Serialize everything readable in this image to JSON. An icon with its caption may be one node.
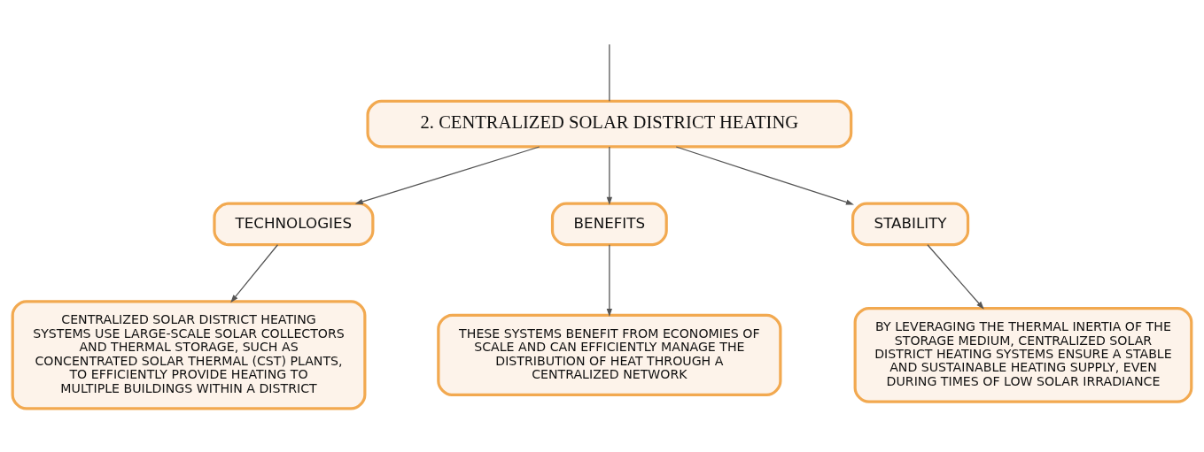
{
  "diagram": {
    "nodes": [
      {
        "text": [
          "2. CENTRALIZED SOLAR DISTRICT HEATING"
        ]
      },
      {
        "text": [
          "TECHNOLOGIES"
        ]
      },
      {
        "text": [
          "BENEFITS"
        ]
      },
      {
        "text": [
          "STABILITY"
        ]
      },
      {
        "text": [
          "CENTRALIZED SOLAR DISTRICT HEATING SYSTEMS USE LARGE-SCALE SOLAR COLLECTORS AND THERMAL STORAGE, SUCH AS CONCENTRATED SOLAR THERMAL (CST) PLANTS, TO EFFICIENTLY PROVIDE HEATING TO MULTIPLE BUILDINGS WITHIN A DISTRICT"
        ]
      },
      {
        "text": [
          "THESE SYSTEMS BENEFIT FROM ECONOMIES OF SCALE AND CAN EFFICIENTLY MANAGE THE DISTRIBUTION OF HEAT THROUGH A CENTRALIZED NETWORK"
        ]
      },
      {
        "text": [
          "BY LEVERAGING THE THERMAL INERTIA OF THE STORAGE MEDIUM, CENTRALIZED SOLAR DISTRICT HEATING SYSTEMS ENSURE A STABLE AND SUSTAINABLE HEATING SUPPLY, EVEN DURING TIMES OF LOW SOLAR IRRADIANCE"
        ]
      }
    ],
    "edges": [
      {
        "from": null,
        "to": 0,
        "arrow": "none"
      },
      {
        "from": 0,
        "to": 1,
        "arrow": "to"
      },
      {
        "from": 0,
        "to": 2,
        "arrow": "to"
      },
      {
        "from": 0,
        "to": 3,
        "arrow": "to"
      },
      {
        "from": 1,
        "to": 4,
        "arrow": "to"
      },
      {
        "from": 2,
        "to": 5,
        "arrow": "to"
      },
      {
        "from": 3,
        "to": 6,
        "arrow": "to"
      }
    ]
  }
}
